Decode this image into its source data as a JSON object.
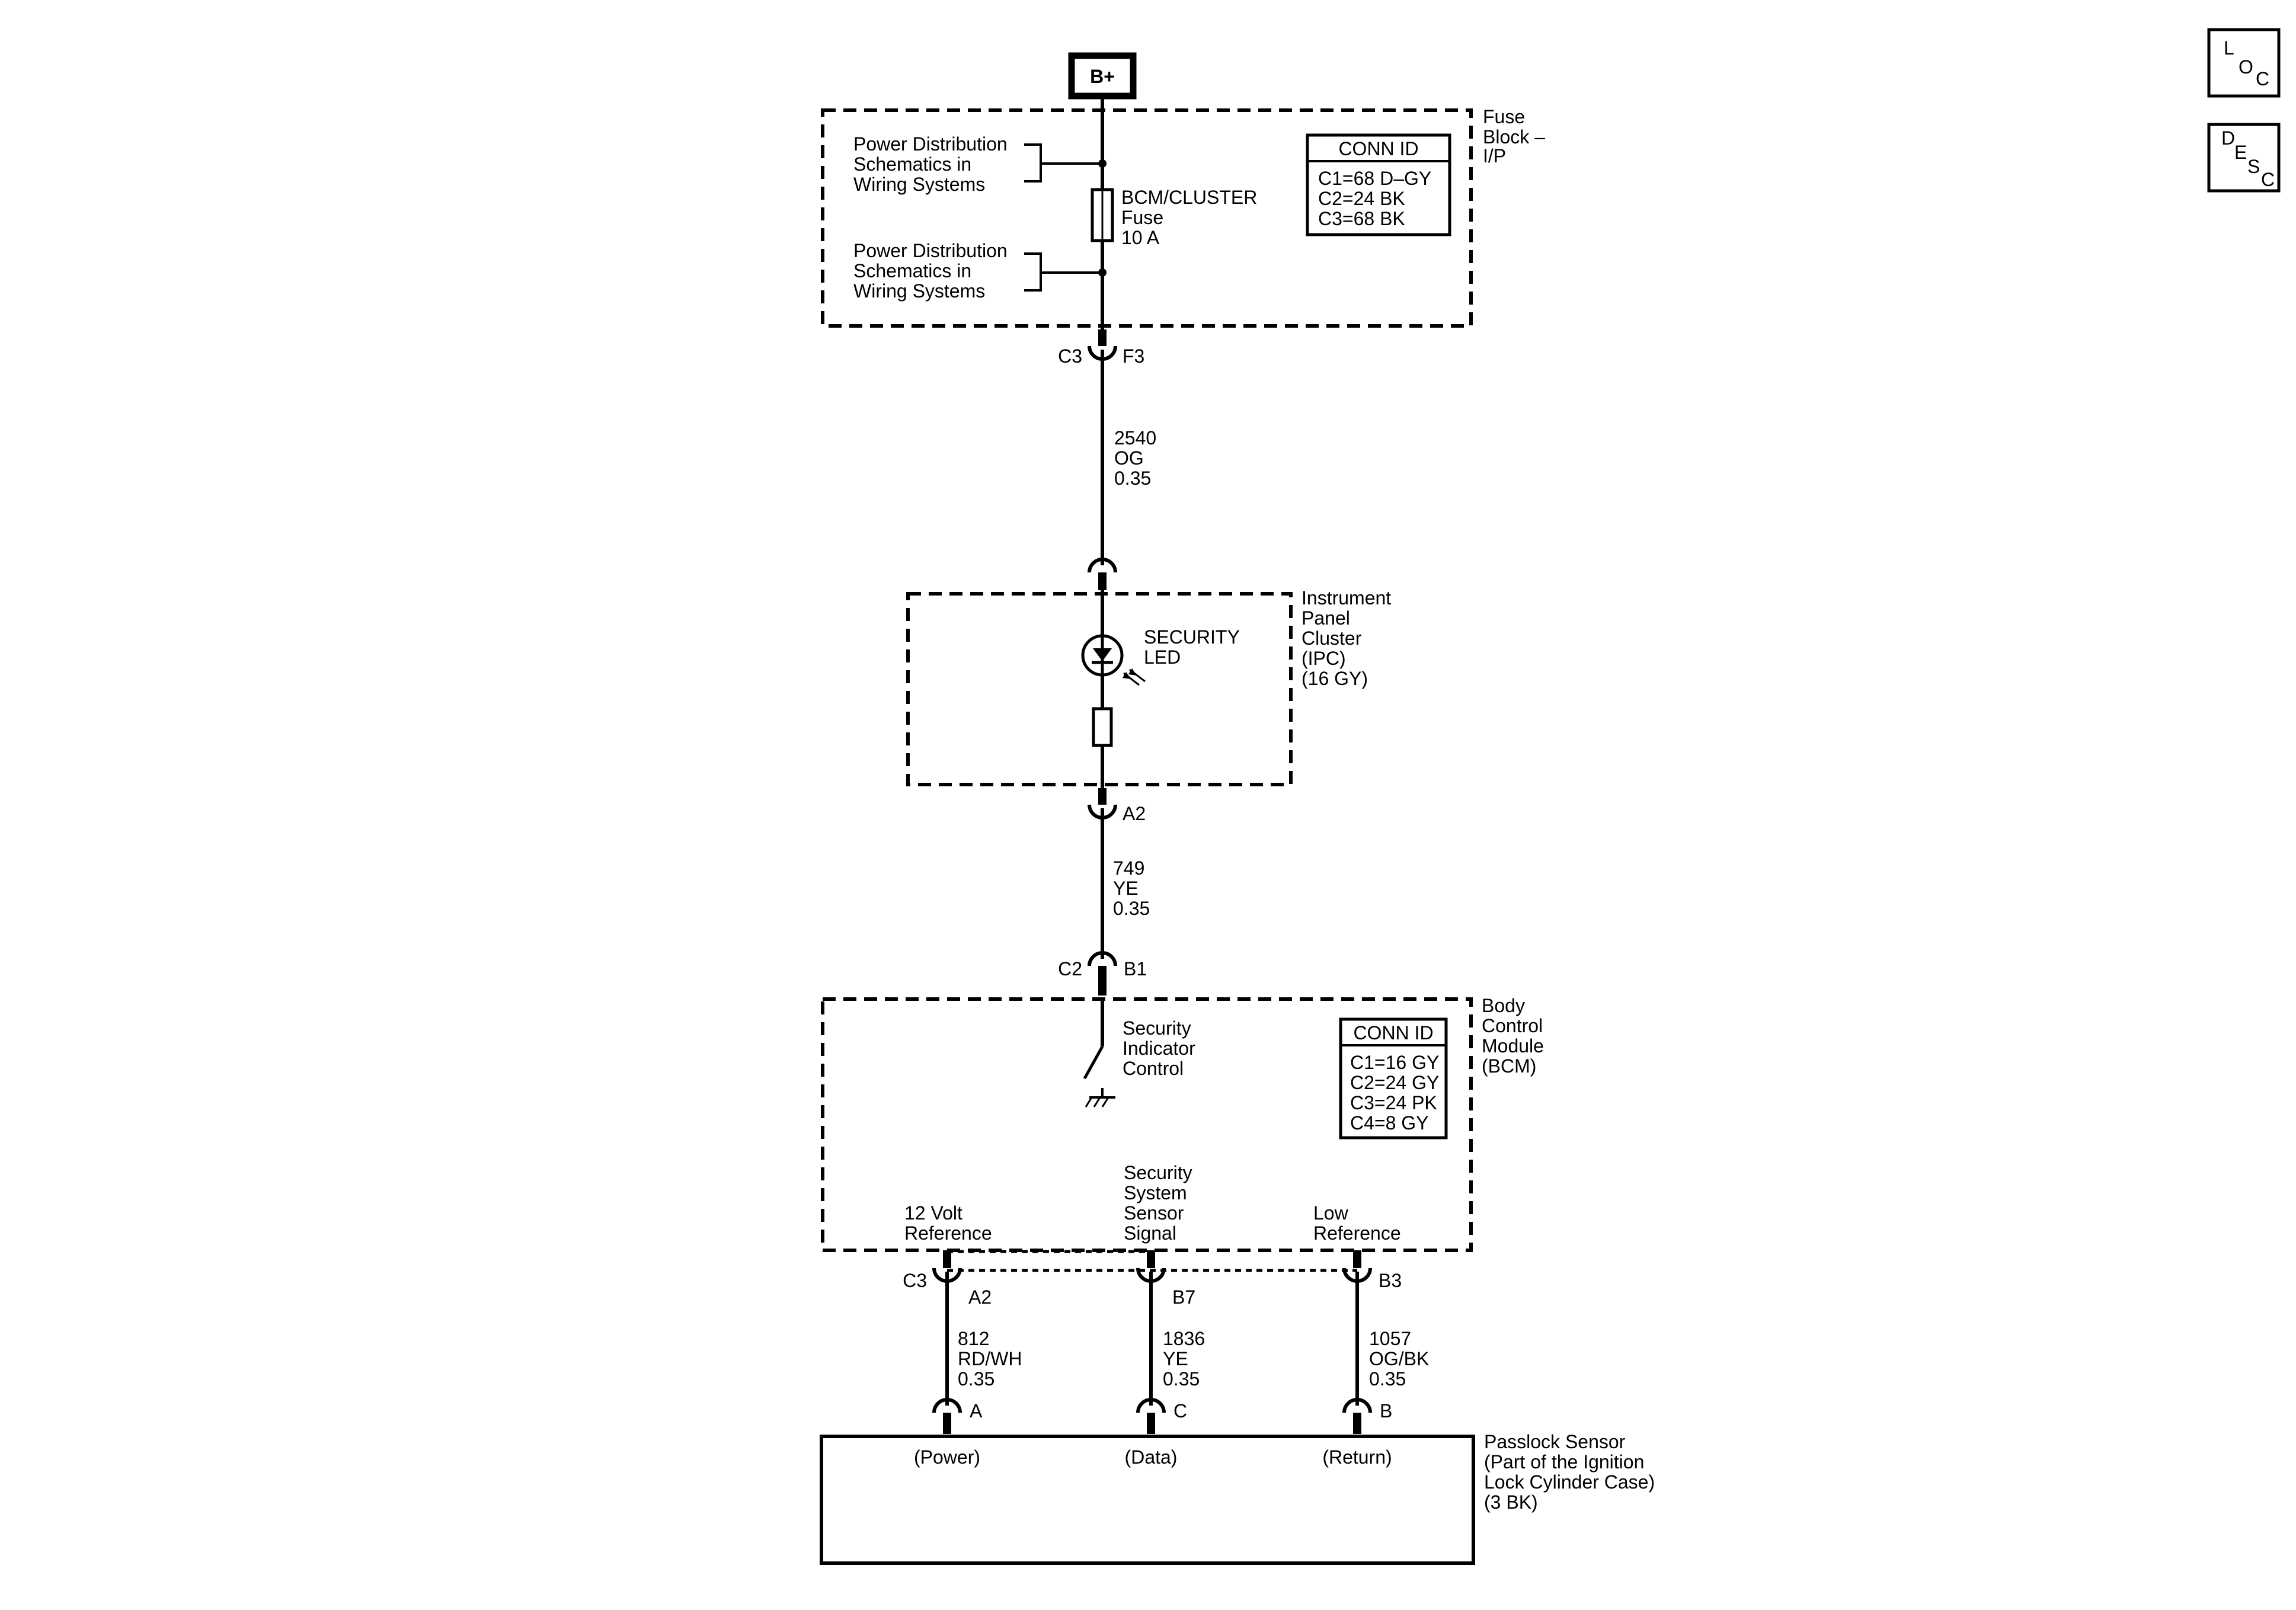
{
  "power_source": {
    "label": "B+"
  },
  "nav_buttons": {
    "loc": {
      "letters": [
        "L",
        "O",
        "C"
      ]
    },
    "desc": {
      "letters": [
        "D",
        "E",
        "S",
        "C"
      ]
    }
  },
  "fuse_block": {
    "name": [
      "Fuse",
      "Block –",
      "I/P"
    ],
    "conn_header": "CONN ID",
    "conn_rows": [
      "C1=68 D–GY",
      "C2=24 BK",
      "C3=68 BK"
    ],
    "power_dist_1": [
      "Power Distribution",
      "Schematics in",
      "Wiring Systems"
    ],
    "power_dist_2": [
      "Power Distribution",
      "Schematics in",
      "Wiring Systems"
    ],
    "fuse_label": [
      "BCM/CLUSTER",
      "Fuse",
      "10 A"
    ],
    "connector": "C3",
    "pin": "F3"
  },
  "wire_top": [
    "2540",
    "OG",
    "0.35"
  ],
  "ipc": {
    "name": [
      "Instrument",
      "Panel",
      "Cluster",
      "(IPC)",
      "(16 GY)"
    ],
    "led_label": [
      "SECURITY",
      "LED"
    ],
    "pin": "A2"
  },
  "wire_mid": [
    "749",
    "YE",
    "0.35"
  ],
  "bcm": {
    "name": [
      "Body",
      "Control",
      "Module",
      "(BCM)"
    ],
    "conn_header": "CONN ID",
    "conn_rows": [
      "C1=16 GY",
      "C2=24 GY",
      "C3=24 PK",
      "C4=8 GY"
    ],
    "input_connector": "C2",
    "input_pin": "B1",
    "switch_label": [
      "Security",
      "Indicator",
      "Control"
    ],
    "term_12v": [
      "12 Volt",
      "Reference"
    ],
    "term_signal": [
      "Security",
      "System",
      "Sensor",
      "Signal"
    ],
    "term_low": [
      "Low",
      "Reference"
    ],
    "bottom_connector": "C3",
    "pins": [
      "A2",
      "B7",
      "B3"
    ]
  },
  "wires_bottom": [
    [
      "812",
      "RD/WH",
      "0.35"
    ],
    [
      "1836",
      "YE",
      "0.35"
    ],
    [
      "1057",
      "OG/BK",
      "0.35"
    ]
  ],
  "passlock": {
    "name": [
      "Passlock Sensor",
      "(Part of the Ignition",
      "Lock Cylinder Case)",
      "(3 BK)"
    ],
    "pins": [
      "A",
      "C",
      "B"
    ],
    "terminals": [
      "(Power)",
      "(Data)",
      "(Return)"
    ]
  }
}
